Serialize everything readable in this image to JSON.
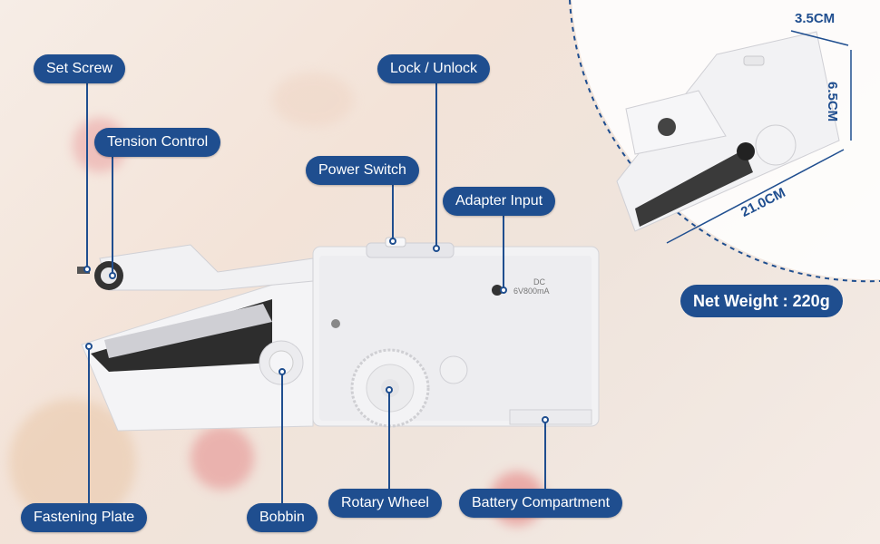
{
  "labels": {
    "set_screw": "Set Screw",
    "tension_control": "Tension Control",
    "power_switch": "Power Switch",
    "lock_unlock": "Lock / Unlock",
    "adapter_input": "Adapter Input",
    "fastening_plate": "Fastening Plate",
    "bobbin": "Bobbin",
    "rotary_wheel": "Rotary Wheel",
    "battery_compartment": "Battery Compartment"
  },
  "device_text": {
    "adapter_line1": "DC",
    "adapter_line2": "6V800mA"
  },
  "dimensions": {
    "width": "3.5CM",
    "height": "6.5CM",
    "length": "21.0CM"
  },
  "net_weight": "Net Weight : 220g",
  "colors": {
    "label_bg": "#1f4e8f",
    "device": "#f2f2f4"
  }
}
